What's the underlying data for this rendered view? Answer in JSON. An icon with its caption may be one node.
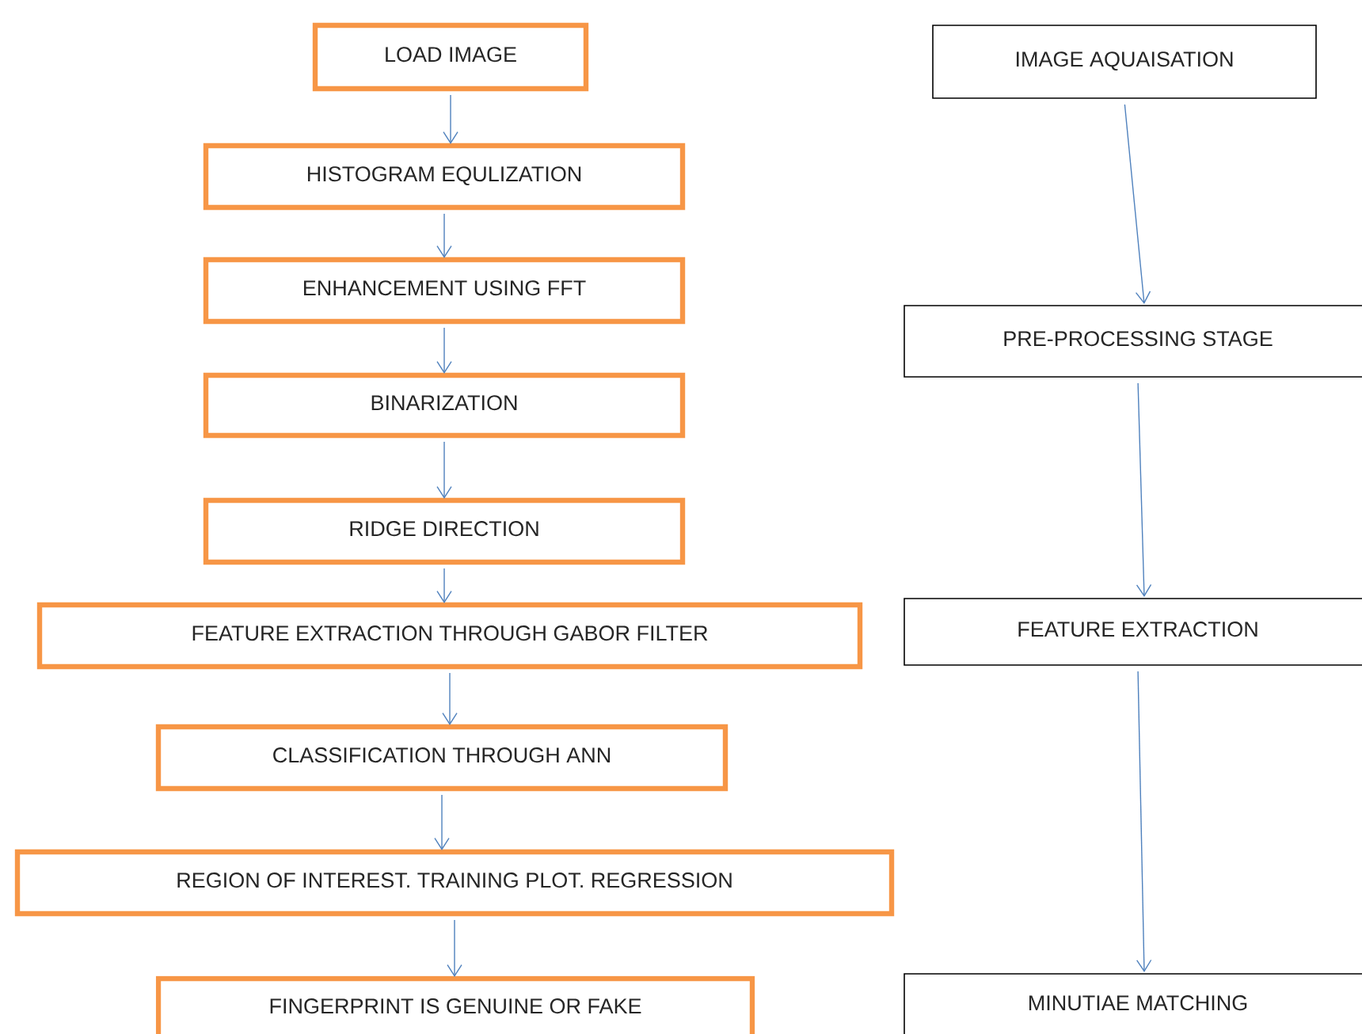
{
  "diagram": {
    "nodes": [
      {
        "text": [
          "LOAD IMAGE"
        ]
      },
      {
        "text": [
          "HISTOGRAM EQULIZATION"
        ]
      },
      {
        "text": [
          "ENHANCEMENT USING FFT"
        ]
      },
      {
        "text": [
          "BINARIZATION"
        ]
      },
      {
        "text": [
          "RIDGE DIRECTION"
        ]
      },
      {
        "text": [
          "FEATURE EXTRACTION THROUGH GABOR FILTER"
        ]
      },
      {
        "text": [
          "CLASSIFICATION THROUGH ANN"
        ]
      },
      {
        "text": [
          "REGION OF INTEREST. TRAINING PLOT. REGRESSION"
        ]
      },
      {
        "text": [
          "FINGERPRINT IS GENUINE OR FAKE"
        ]
      },
      {
        "text": [
          "IMAGE AQUAISATION"
        ]
      },
      {
        "text": [
          "PRE-PROCESSING STAGE"
        ]
      },
      {
        "text": [
          "FEATURE EXTRACTION"
        ]
      },
      {
        "text": [
          "MINUTIAE MATCHING"
        ]
      }
    ],
    "edges": [
      {
        "from": 0,
        "to": 1,
        "arrow": "to"
      },
      {
        "from": 1,
        "to": 2,
        "arrow": "to"
      },
      {
        "from": 2,
        "to": 3,
        "arrow": "to"
      },
      {
        "from": 3,
        "to": 4,
        "arrow": "to"
      },
      {
        "from": 4,
        "to": 5,
        "arrow": "to"
      },
      {
        "from": 5,
        "to": 6,
        "arrow": "to"
      },
      {
        "from": 6,
        "to": 7,
        "arrow": "to"
      },
      {
        "from": 7,
        "to": 8,
        "arrow": "to"
      },
      {
        "from": 9,
        "to": 10,
        "arrow": "to"
      },
      {
        "from": 10,
        "to": 11,
        "arrow": "to"
      },
      {
        "from": 11,
        "to": 12,
        "arrow": "to"
      }
    ]
  }
}
